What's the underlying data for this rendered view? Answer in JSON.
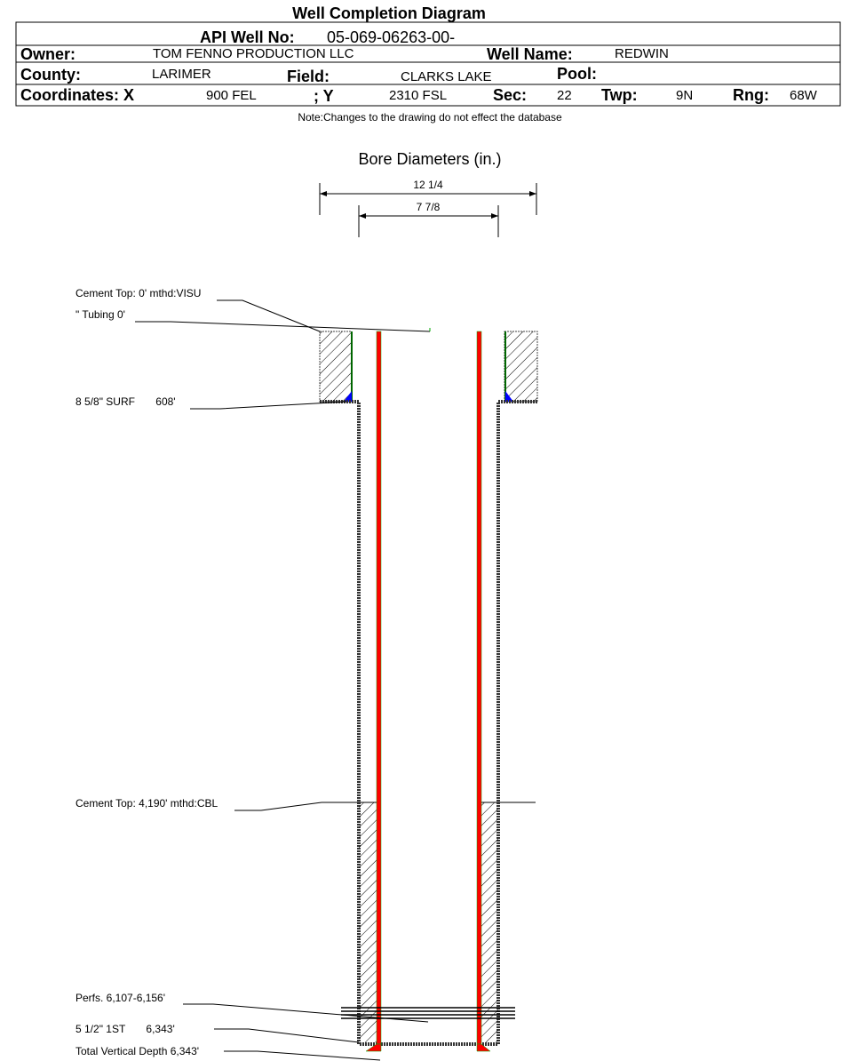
{
  "title": "Well Completion Diagram",
  "header": {
    "api_label": "API Well No:",
    "api_value": "05-069-06263-00-",
    "owner_label": "Owner:",
    "owner_value": "TOM FENNO PRODUCTION LLC",
    "well_name_label": "Well Name:",
    "well_name_value": "REDWIN",
    "county_label": "County:",
    "county_value": "LARIMER",
    "field_label": "Field:",
    "field_value": "CLARKS LAKE",
    "pool_label": "Pool:",
    "coord_x_label": "Coordinates: X",
    "coord_x_value": "900 FEL",
    "coord_y_label": "; Y",
    "coord_y_value": "2310 FSL",
    "sec_label": "Sec:",
    "sec_value": "22",
    "twp_label": "Twp:",
    "twp_value": "9N",
    "rng_label": "Rng:",
    "rng_value": "68W"
  },
  "note": "Note:Changes to the drawing do not effect the database",
  "bore": {
    "title": "Bore Diameters (in.)",
    "outer": "12 1/4",
    "inner": "7 7/8"
  },
  "labels": {
    "cement_top_1": "Cement Top: 0' mthd:VISU",
    "tubing": "\" Tubing 0'",
    "surf_casing": "8 5/8\" SURF       608'",
    "cement_top_2": "Cement Top: 4,190' mthd:CBL",
    "perfs": "Perfs. 6,107-6,156'",
    "prod_casing": "5 1/2\" 1ST       6,343'",
    "tvd": "Total Vertical Depth 6,343'"
  }
}
